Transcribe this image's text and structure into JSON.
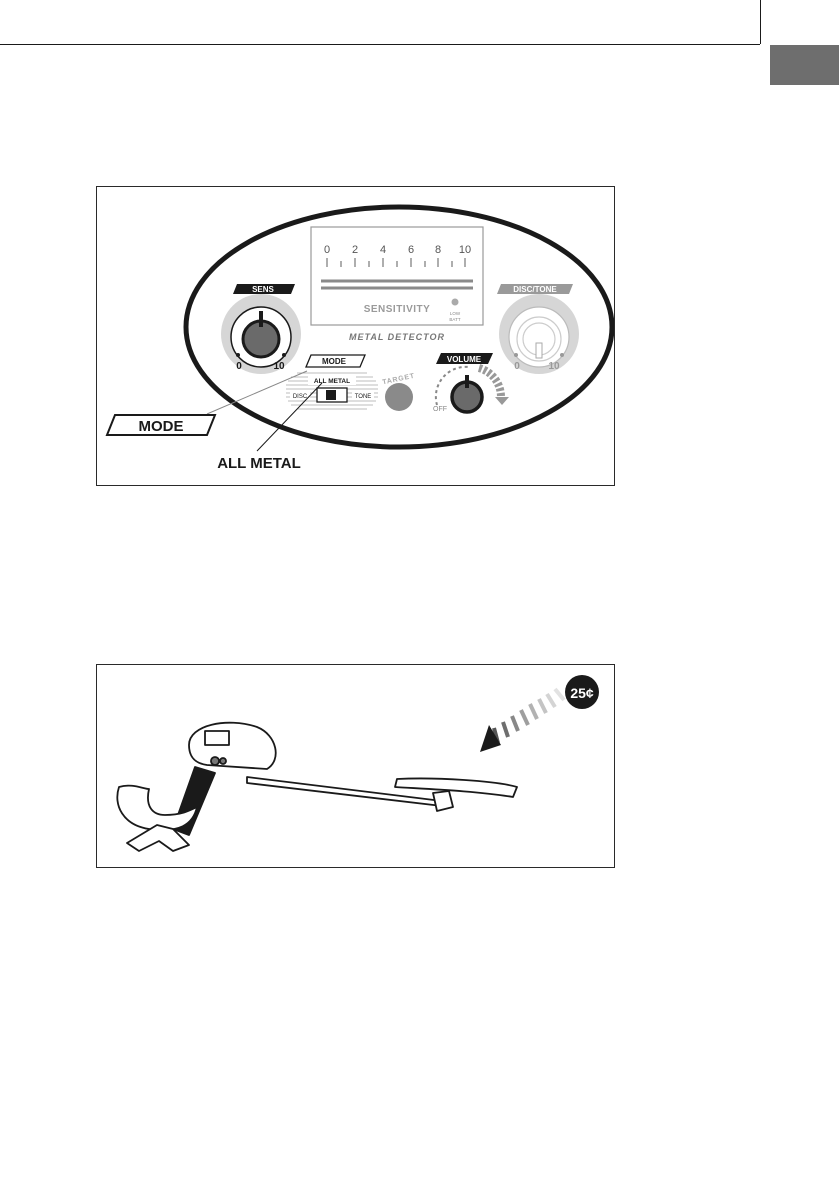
{
  "control_panel": {
    "scale_labels": [
      "0",
      "2",
      "4",
      "6",
      "8",
      "10"
    ],
    "sensitivity_label": "SENSITIVITY",
    "low_batt_line1": "LOW",
    "low_batt_line2": "BATT",
    "brand_label": "METAL DETECTOR",
    "sens_label": "SENS",
    "sens_min": "0",
    "sens_max": "10",
    "disc_tone_label": "DISC/TONE",
    "disc_min": "0",
    "disc_max": "10",
    "mode_label": "MODE",
    "all_metal_switch_label": "ALL METAL",
    "disc_label": "DISC",
    "tone_label": "TONE",
    "target_label": "TARGET",
    "volume_label": "VOLUME",
    "off_label": "OFF",
    "callout_mode": "MODE",
    "callout_all_metal": "ALL METAL"
  },
  "detector_sweep": {
    "coin_label": "25¢"
  },
  "colors": {
    "ink": "#1a1a1a",
    "panel_gray": "#d0d0d0",
    "knob_gray": "#6a6a6a",
    "tab_gray": "#6e6e6e"
  }
}
